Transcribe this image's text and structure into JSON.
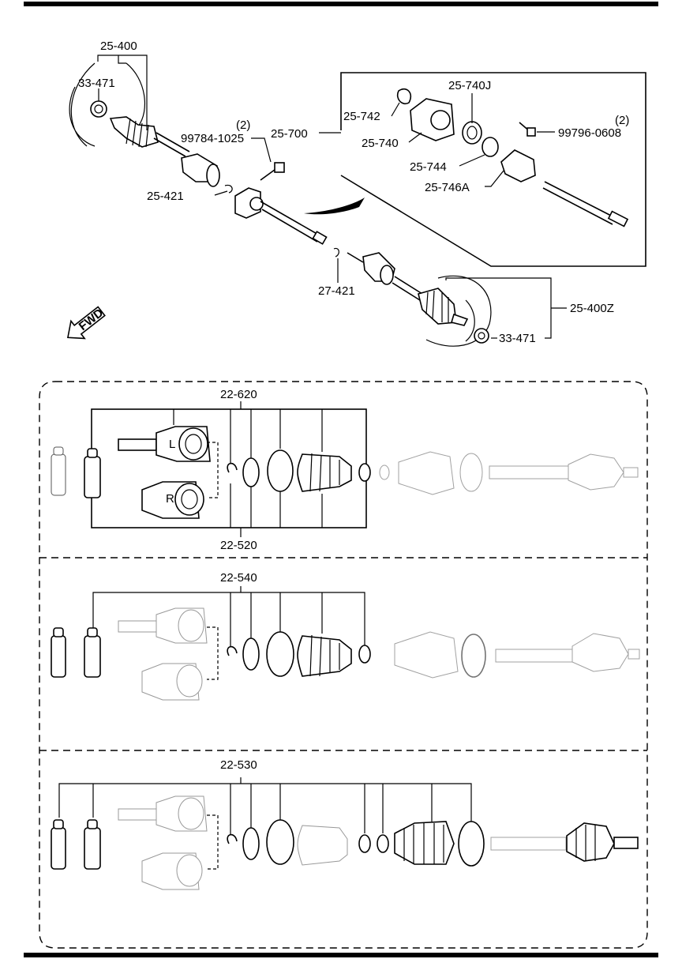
{
  "top_diagram": {
    "labels": {
      "left_assembly": "25-400",
      "left_seal": "33-471",
      "bolt": "99784-1025",
      "bolt_qty": "(2)",
      "intermediate_shaft": "25-700",
      "bearing_seal": "25-742",
      "bearing_bracket": "25-740",
      "bearing": "25-740J",
      "bolt2": "99796-0608",
      "bolt2_qty": "(2)",
      "snap_ring": "25-744",
      "bracket_a": "25-746A",
      "left_clip": "25-421",
      "right_clip": "27-421",
      "right_assembly": "25-400Z",
      "right_seal": "33-471",
      "fwd": "FWD"
    }
  },
  "kits": [
    {
      "top_label": "22-620",
      "bottom_label": "22-520",
      "joint_left": "L",
      "joint_right": "R"
    },
    {
      "top_label": "22-540"
    },
    {
      "top_label": "22-530"
    }
  ]
}
